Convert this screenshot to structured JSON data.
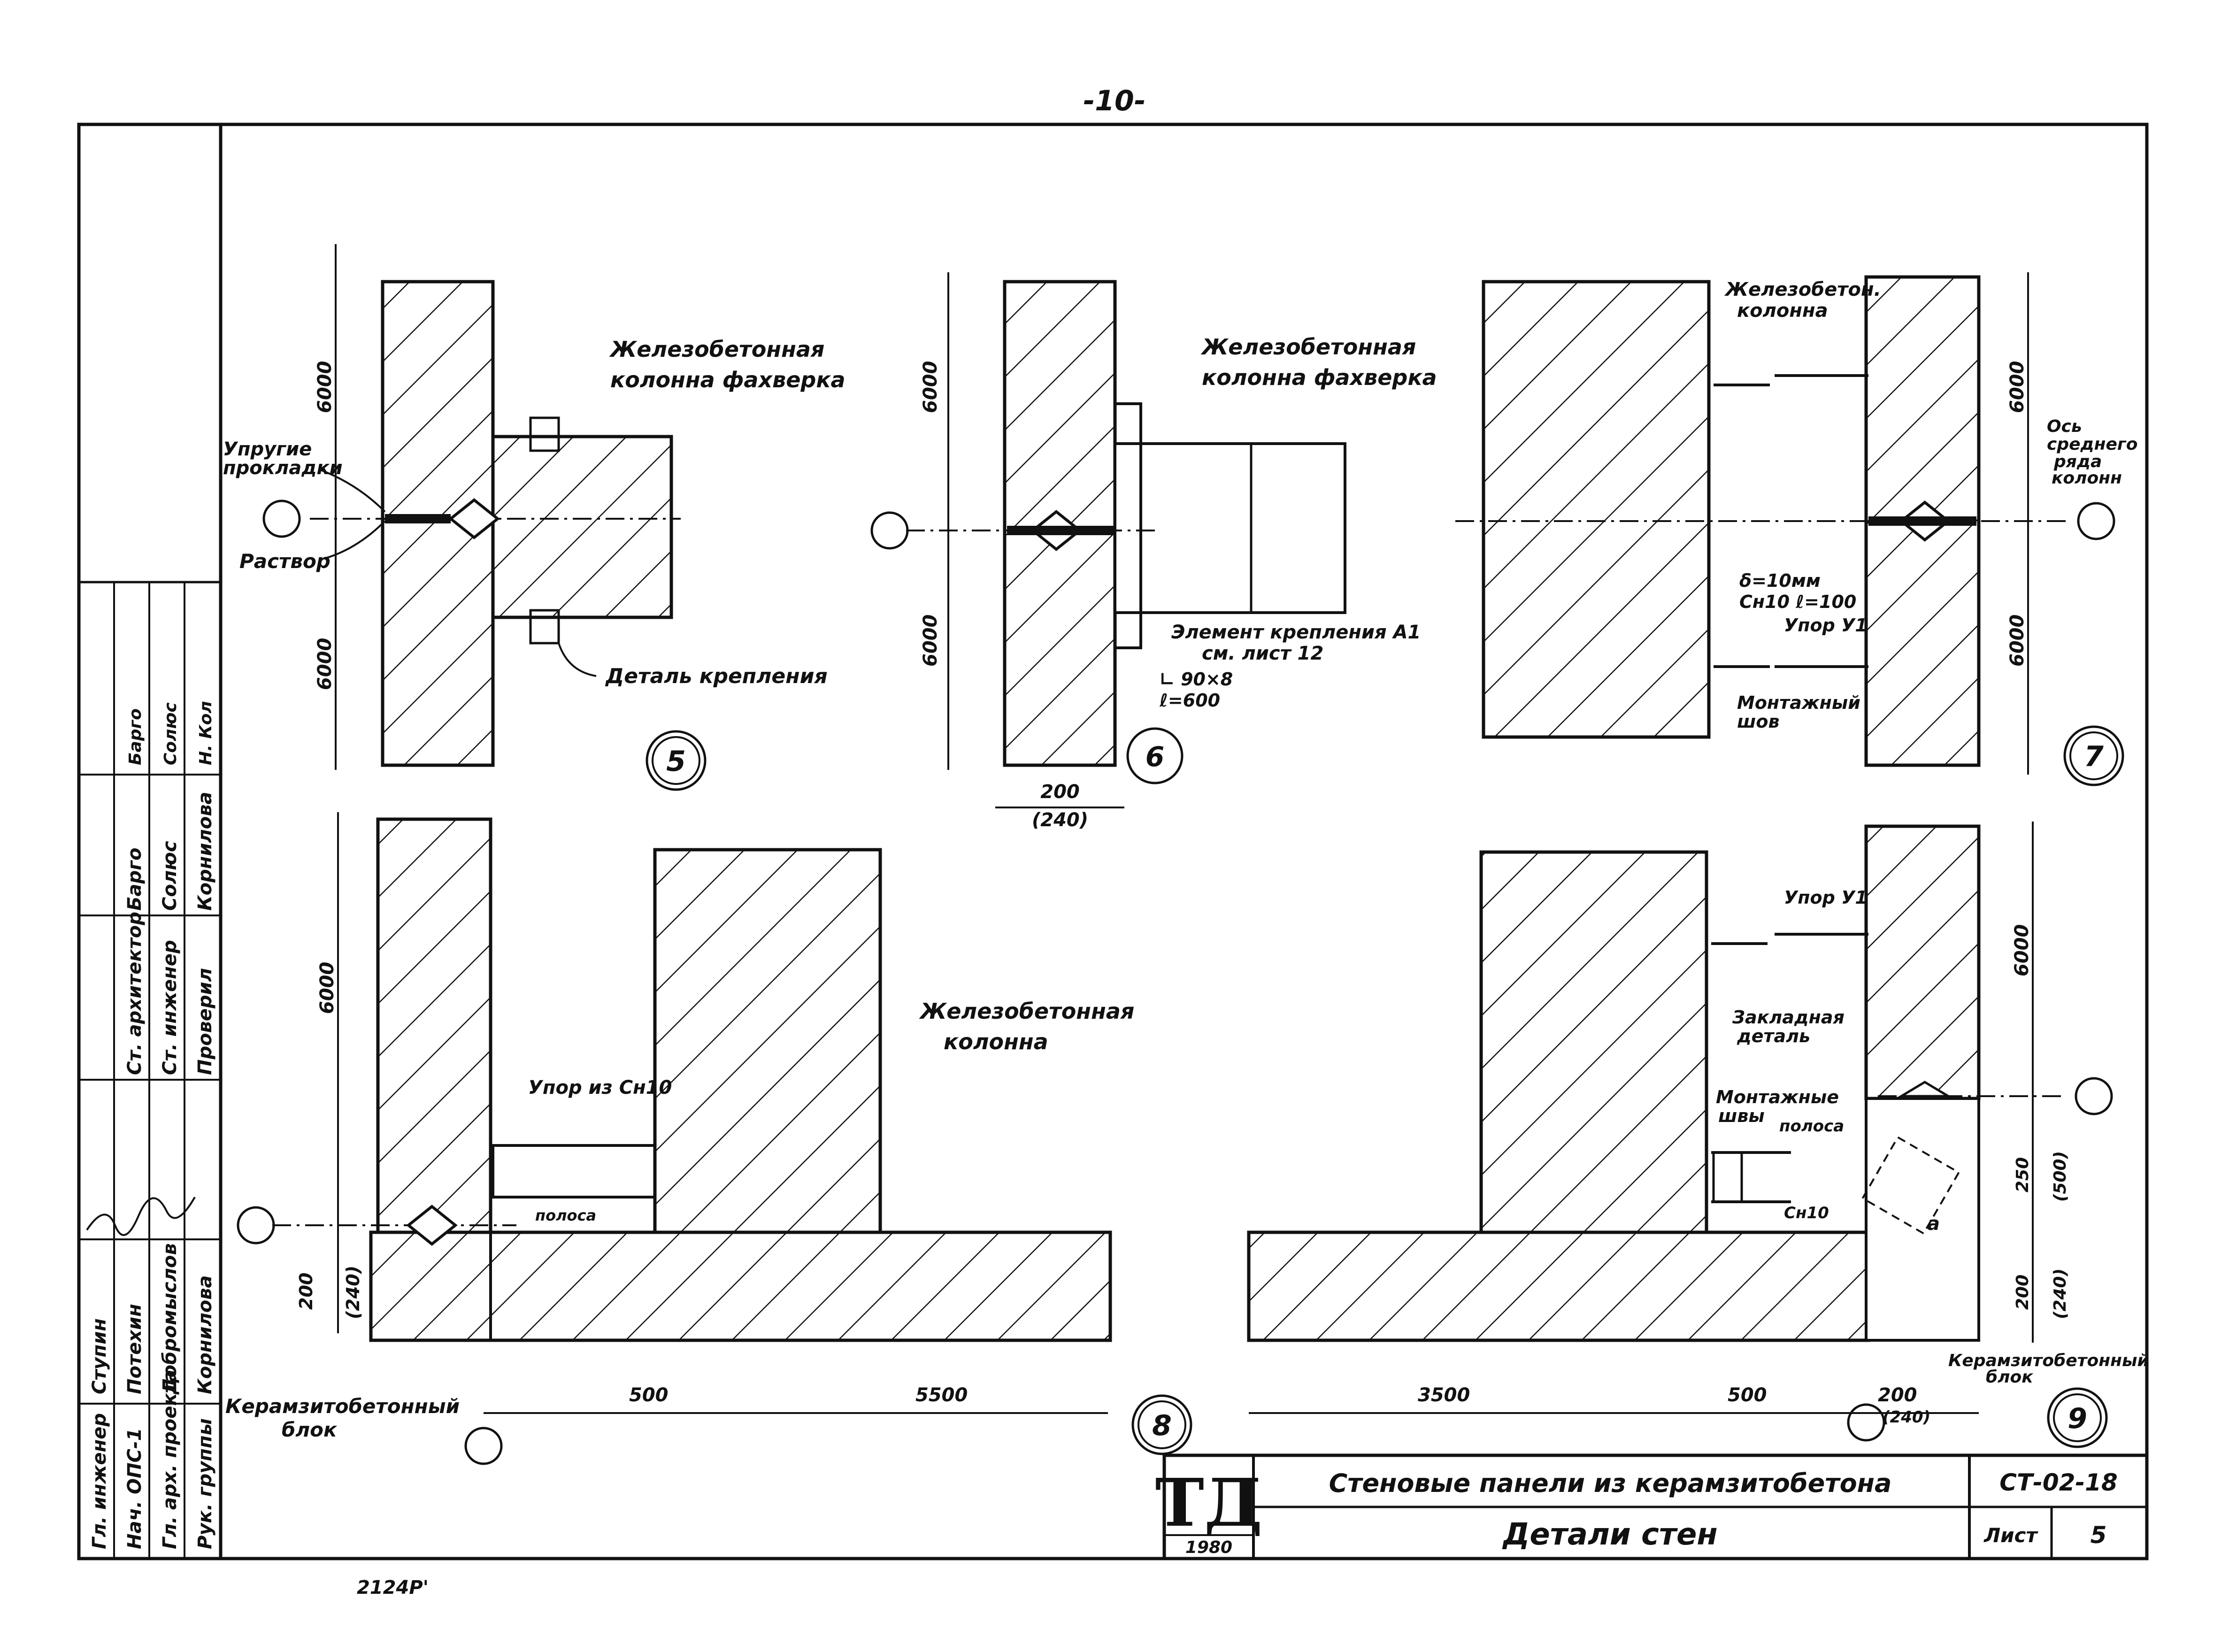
{
  "page_number": "-10-",
  "stamp_bottom": "2124Р'",
  "detail5": {
    "number": "5",
    "label_column": "Железобетонная колонна фахверка",
    "label_pads": "Упругие прокладки",
    "label_mortar": "Раствор",
    "label_fastener": "Деталь крепления",
    "dim_top": "6000",
    "dim_bottom": "6000"
  },
  "detail6": {
    "number": "6",
    "label_column": "Железобетонная колонна фахверка",
    "label_element": "Элемент крепления А1 см. лист 12",
    "label_angle": "∟ 90×8",
    "label_length": "ℓ=600",
    "dim_top": "6000",
    "dim_bottom": "6000",
    "dim_width": "200",
    "dim_width_alt": "(240)"
  },
  "detail7": {
    "number": "7",
    "label_column": "Железобетон. колонна",
    "label_axis": "Ось среднего ряда колонн",
    "label_plate": "δ=10мм",
    "label_channel": "Сн10 ℓ=100",
    "label_stop": "Упор У1",
    "label_weld": "Монтажный шов",
    "dim_top": "6000",
    "dim_bottom": "6000"
  },
  "detail8": {
    "number": "8",
    "label_column": "Железобетонная колонна",
    "label_stop": "Упор из Сн10",
    "label_strip": "полоса",
    "label_block": "Керамзитобетонный блок",
    "dim_height": "6000",
    "dim_200": "200",
    "dim_240": "(240)",
    "dim_500": "500",
    "dim_5500": "5500"
  },
  "detail9": {
    "number": "9",
    "label_stop": "Упор У1",
    "label_embedded": "Закладная деталь",
    "label_welds": "Монтажные швы",
    "label_strip": "полоса",
    "label_channel": "Сн10",
    "label_block": "Керамзитобетонный блок",
    "label_a": "a",
    "dim_6000": "6000",
    "dim_250": "250",
    "dim_500": "(500)",
    "dim_200v": "200",
    "dim_240v": "(240)",
    "dim_3500": "3500",
    "dim_500h": "500",
    "dim_200h": "200",
    "dim_240h": "(240)"
  },
  "side_table": {
    "roles": [
      "Гл. инженер",
      "Нач. ОПС-1",
      "Гл. арх. проекта",
      "Рук. группы"
    ],
    "names": [
      "Ступин",
      "Потехин",
      "Добромыслов",
      "Корнилова"
    ],
    "roles2": [
      "Ст. архитектор",
      "Ст. инженер",
      "Проверил"
    ],
    "names2": [
      "Барго",
      "Солюс",
      "Корнилова"
    ],
    "signatures": [
      "Барго",
      "Солюс",
      "Н. Кол"
    ]
  },
  "title_block": {
    "logo": "ТД",
    "year": "1980",
    "title": "Стеновые панели из керамзитобетона",
    "subtitle": "Детали стен",
    "code": "СТ-02-18",
    "sheet_label": "Лист",
    "sheet_number": "5"
  }
}
